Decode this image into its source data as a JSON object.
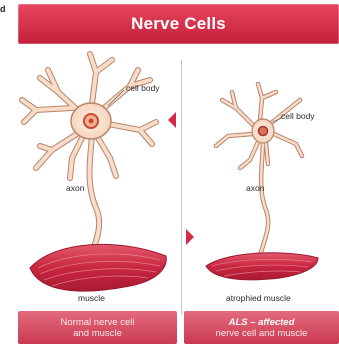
{
  "header": {
    "title": "Nerve Cells",
    "edge_mark": "d"
  },
  "left_panel": {
    "cell_body_label": "cell body",
    "axon_label": "axon",
    "muscle_label": "muscle",
    "footer_line1": "Normal nerve cell",
    "footer_line2": "and muscle"
  },
  "right_panel": {
    "cell_body_label": "cell body",
    "axon_label": "axon",
    "muscle_label": "atrophied muscle",
    "footer_line1": "ALS – affected",
    "footer_line2": "nerve cell and muscle"
  },
  "colors": {
    "accent": "#d32a45",
    "neuron_fill": "#f6dcc9",
    "neuron_stroke": "#b98569",
    "nucleus": "#c8453a",
    "muscle": "#d2344d"
  },
  "icons": [
    "arrow-left-icon",
    "arrow-right-icon"
  ]
}
